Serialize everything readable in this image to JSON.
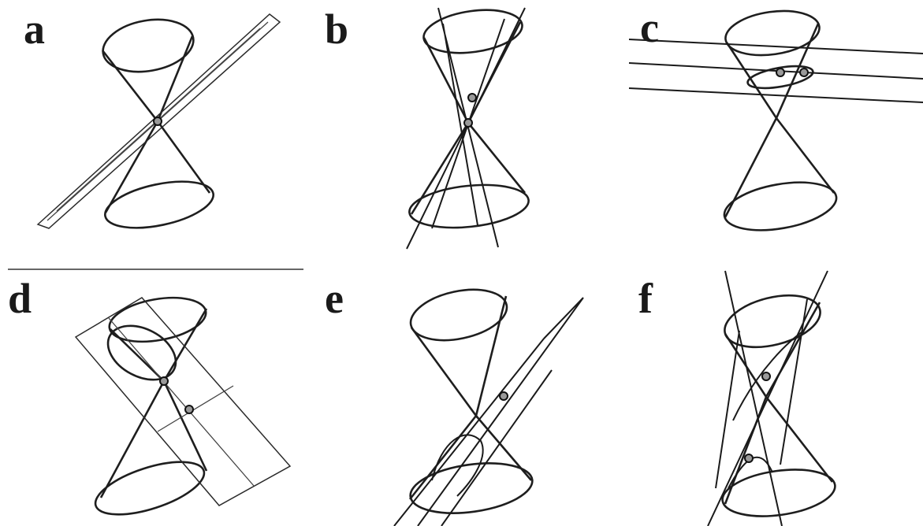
{
  "panels": [
    {
      "label": "a"
    },
    {
      "label": "b"
    },
    {
      "label": "c"
    },
    {
      "label": "d"
    },
    {
      "label": "e"
    },
    {
      "label": "f"
    }
  ],
  "colors": {
    "ink": "#1e1e1e",
    "background": "#ffffff"
  }
}
